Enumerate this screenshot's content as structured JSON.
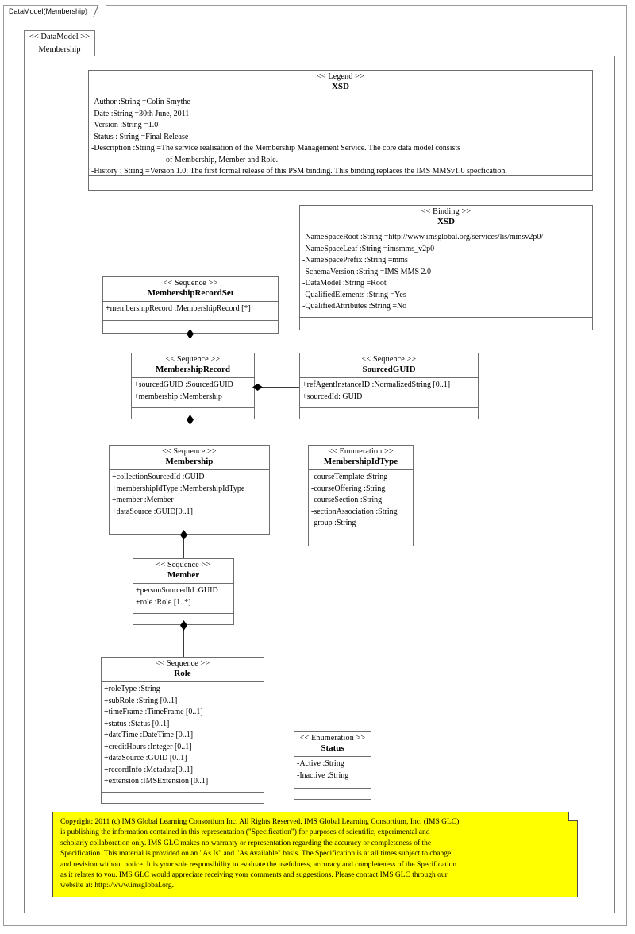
{
  "diagram": {
    "title_tab": "DataModel(Membership)",
    "package": {
      "stereotype": "<< DataModel >>",
      "name": "Membership"
    }
  },
  "legend": {
    "stereotype": "<< Legend >>",
    "name": "XSD",
    "attributes": [
      "-Author :String =Colin Smythe",
      "-Date :String =30th June, 2011",
      "-Version :String =1.0",
      "-Status : String =Final Release",
      "-Description  :String =The service realisation of the Membership Management Service.  The core data model consists",
      "of  Membership, Member and Role.",
      "-History : String =Version 1.0: The first formal release of this PSM binding. This binding replaces the IMS MMSv1.0 specfication."
    ]
  },
  "binding": {
    "stereotype": "<<  Binding   >>",
    "name": "XSD",
    "attributes": [
      "-NameSpaceRoot :String =http://www.imsglobal.org/services/lis/mmsv2p0/",
      "-NameSpaceLeaf :String =imsmms_v2p0",
      "-NameSpacePrefix  :String =mms",
      "-SchemaVersion  :String =IMS MMS 2.0",
      "-DataModel :String =Root",
      "-QualifiedElements    :String =Yes",
      "-QualifiedAttributes   :String =No"
    ]
  },
  "classes": [
    {
      "id": "membershiprecordset",
      "stereotype": "<< Sequence >>",
      "name": "MembershipRecordSet",
      "attributes": [
        "+membershipRecord  :MembershipRecord [*]"
      ]
    },
    {
      "id": "membershiprecord",
      "stereotype": "<< Sequence >>",
      "name": "MembershipRecord",
      "attributes": [
        "+sourcedGUID :SourcedGUID",
        "+membership  :Membership"
      ]
    },
    {
      "id": "sourcedguid",
      "stereotype": "<< Sequence >>",
      "name": "SourcedGUID",
      "attributes": [
        "+refAgentInstanceID   :NormalizedString  [0..1]",
        "+sourcedId: GUID"
      ]
    },
    {
      "id": "membership",
      "stereotype": "<< Sequence >>",
      "name": "Membership",
      "attributes": [
        "+collectionSourcedId   :GUID",
        "+membershipIdType   :MembershipIdType",
        "+member :Member",
        "+dataSource :GUID[0..1]"
      ]
    },
    {
      "id": "membershipidtype",
      "stereotype": "<< Enumeration  >>",
      "name": "MembershipIdType",
      "attributes": [
        "-courseTemplate  :String",
        "-courseOffering  :String",
        "-courseSection :String",
        "-sectionAssociation   :String",
        "-group :String"
      ]
    },
    {
      "id": "member",
      "stereotype": "<< Sequence >>",
      "name": "Member",
      "attributes": [
        "+personSourcedId :GUID",
        "+role :Role [1..*]"
      ]
    },
    {
      "id": "role",
      "stereotype": "<< Sequence >>",
      "name": "Role",
      "attributes": [
        "+roleType :String",
        "+subRole :String [0..1]",
        "+timeFrame :TimeFrame [0..1]",
        "+status :Status [0..1]",
        "+dateTime :DateTime [0..1]",
        "+creditHours  :Integer [0..1]",
        "+dataSource :GUID [0..1]",
        "+recordInfo :Metadata[0..1]",
        "+extension  :IMSExtension [0..1]"
      ]
    },
    {
      "id": "status",
      "stereotype": "<< Enumeration   >>",
      "name": "Status",
      "attributes": [
        "-Active :String",
        "-Inactive :String"
      ]
    }
  ],
  "copyright": {
    "lines": [
      "Copyright: 2011 (c) IMS Global Learning Consortium Inc.  All Rights Reserved.  IMS Global Learning Consortium, Inc. (IMS GLC)",
      "is publishing the information contained in this representation (\"Specification\") for purposes of scientific, experimental and",
      "scholarly collaboration only.  IMS GLC makes no warranty or representation regarding  the accuracy or completeness of the",
      "Specification.  This material is provided on an \"As Is\" and \"As Available\" basis.  The Specification is at all times subject to change",
      "and revision without notice.  It is your sole responsibility to evaluate the usefulness, accuracy and completeness of the Specification",
      "as it relates to you.  IMS GLC would appreciate receiving your comments and suggestions.  Please contact IMS GLC through our",
      "website at: http://www.imsglobal.org."
    ]
  },
  "colors": {
    "note_background": "#ffff00",
    "frame_border": "#7c7c7c",
    "class_border": "#6e6e6e",
    "connector": "#3a3a3a"
  }
}
